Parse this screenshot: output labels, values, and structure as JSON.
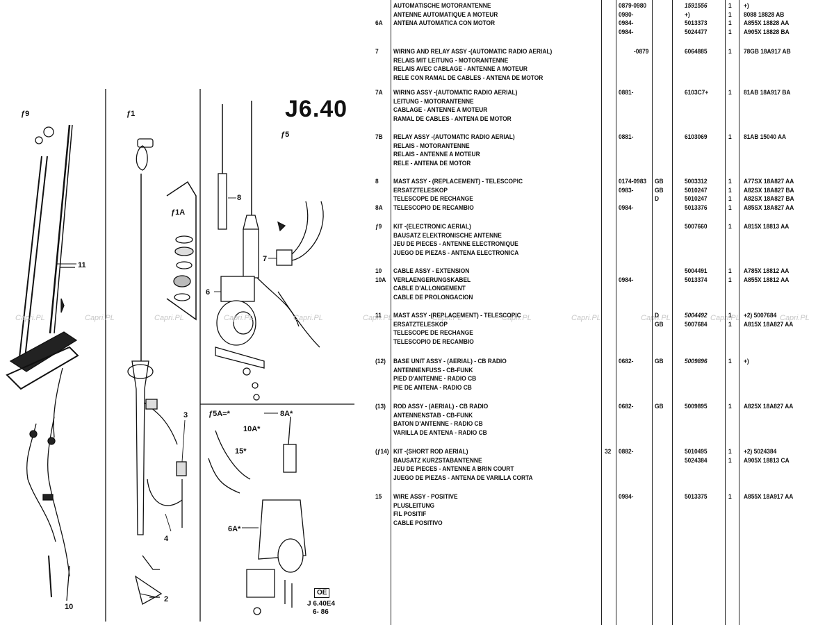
{
  "section_code": "J6.40",
  "illustration": {
    "callouts": {
      "k9": "ƒ9",
      "k1": "ƒ1",
      "k1a": "ƒ1A",
      "k5": "ƒ5",
      "n11": "11",
      "n10": "10",
      "n2": "2",
      "n3": "3",
      "n4": "4",
      "n8": "8",
      "n7": "7",
      "n6": "6",
      "k5a": "ƒ5A=*",
      "n8a": "8A*",
      "n10a": "10A*",
      "n15": "15*",
      "n6a": "6A*"
    },
    "oe_label": "OE",
    "ref_code": "J 6.40E4",
    "ref_date": "6- 86",
    "watermark": "Capri.PL"
  },
  "parts": [
    {
      "ref": "",
      "desc": [
        "AUTOMATISCHE MOTORANTENNE",
        "ANTENNE AUTOMATIQUE A MOTEUR",
        "ANTENA AUTOMATICA CON MOTOR",
        ""
      ],
      "code": "",
      "dates": [
        "0879-0980",
        "0980-",
        "0984-",
        "0984-"
      ],
      "mkt": "",
      "parts": [
        "1591556",
        "+)",
        "5013373",
        "5024477"
      ],
      "qty": [
        "1",
        "1",
        "1",
        "1"
      ],
      "eng": [
        "+)",
        "8088 18828 AB",
        "A855X 18828 AA",
        "A905X 18828 BA"
      ],
      "refs": [
        "",
        "",
        "6A",
        ""
      ]
    },
    {
      "ref": "7",
      "desc": [
        "WIRING AND RELAY ASSY -(AUTOMATIC RADIO AERIAL)",
        "RELAIS MIT LEITUNG - MOTORANTENNE",
        "RELAIS AVEC CABLAGE - ANTENNE A MOTEUR",
        "RELE CON RAMAL DE CABLES - ANTENA DE MOTOR"
      ],
      "code": "",
      "dates": [
        "-0879"
      ],
      "mkt": "",
      "parts": [
        "6064885"
      ],
      "qty": [
        "1"
      ],
      "eng": [
        "78GB 18A917 AB"
      ]
    },
    {
      "ref": "7A",
      "desc": [
        "WIRING ASSY -(AUTOMATIC RADIO AERIAL)",
        "LEITUNG - MOTORANTENNE",
        "CABLAGE - ANTENNE A MOTEUR",
        "RAMAL DE CABLES - ANTENA DE MOTOR"
      ],
      "code": "",
      "dates": [
        "0881-"
      ],
      "mkt": "",
      "parts": [
        "6103C7+"
      ],
      "qty": [
        "1"
      ],
      "eng": [
        "81AB 18A917 BA"
      ]
    },
    {
      "ref": "7B",
      "desc": [
        "RELAY ASSY -(AUTOMATIC RADIO AERIAL)",
        "RELAIS - MOTORANTENNE",
        "RELAIS - ANTENNE A MOTEUR",
        "RELE - ANTENA DE MOTOR"
      ],
      "code": "",
      "dates": [
        "0881-"
      ],
      "mkt": "",
      "parts": [
        "6103069"
      ],
      "qty": [
        "1"
      ],
      "eng": [
        "81AB 15040 AA"
      ]
    },
    {
      "ref": "8",
      "desc": [
        "MAST ASSY - (REPLACEMENT) - TELESCOPIC",
        "ERSATZTELESKOP",
        "TELESCOPE DE RECHANGE",
        "TELESCOPIO DE RECAMBIO"
      ],
      "code": "",
      "dates": [
        "0174-0983",
        "0983-",
        "",
        "0984-"
      ],
      "mkt": [
        "GB",
        "GB",
        "D",
        ""
      ],
      "parts": [
        "5003312",
        "5010247",
        "5010247",
        "5013376"
      ],
      "qty": [
        "1",
        "1",
        "1",
        "1"
      ],
      "eng": [
        "A77SX 18A827 AA",
        "A82SX 18A827 BA",
        "A82SX 18A827 BA",
        "A85SX 18A827 AA"
      ],
      "refs": [
        "8",
        "",
        "",
        "8A"
      ]
    },
    {
      "ref": "ƒ9",
      "desc": [
        "KIT -(ELECTRONIC AERIAL)",
        "BAUSATZ ELEKTRONISCHE ANTENNE",
        "JEU DE PIECES - ANTENNE ELECTRONIQUE",
        "JUEGO DE PIEZAS - ANTENA ELECTRONICA"
      ],
      "code": "",
      "dates": [
        ""
      ],
      "mkt": "",
      "parts": [
        "5007660"
      ],
      "qty": [
        "1"
      ],
      "eng": [
        "A815X 18813 AA"
      ]
    },
    {
      "ref": "10",
      "desc": [
        "CABLE ASSY - EXTENSION",
        "VERLAENGERUNGSKABEL",
        "CABLE D'ALLONGEMENT",
        "CABLE DE PROLONGACION"
      ],
      "code": "",
      "dates": [
        "",
        "0984-"
      ],
      "mkt": "",
      "parts": [
        "5004491",
        "5013374"
      ],
      "qty": [
        "1",
        "1"
      ],
      "eng": [
        "A785X 18812 AA",
        "A855X 18812 AA"
      ],
      "refs": [
        "10",
        "10A"
      ]
    },
    {
      "ref": "11",
      "desc": [
        "MAST ASSY -(REPLACEMENT) - TELESCOPIC",
        "ERSATZTELESKOP",
        "TELESCOPE DE RECHANGE",
        "TELESCOPIO DE RECAMBIO"
      ],
      "code": "",
      "dates": [
        ""
      ],
      "mkt": [
        "D",
        "GB"
      ],
      "parts": [
        "5004492",
        "5007684"
      ],
      "qty": [
        "1",
        "1"
      ],
      "eng": [
        "+2) 5007684",
        "A815X 18A827 AA"
      ]
    },
    {
      "ref": "(12)",
      "desc": [
        "BASE UNIT ASSY - (AERIAL) - CB RADIO",
        "ANTENNENFUSS - CB-FUNK",
        "PIED D'ANTENNE - RADIO CB",
        "PIE DE ANTENA - RADIO CB"
      ],
      "code": "",
      "dates": [
        "0682-"
      ],
      "mkt": [
        "GB"
      ],
      "parts": [
        "5009896"
      ],
      "qty": [
        "1"
      ],
      "eng": [
        "+)"
      ]
    },
    {
      "ref": "(13)",
      "desc": [
        "ROD ASSY - (AERIAL) - CB RADIO",
        "ANTENNENSTAB - CB-FUNK",
        "BATON D'ANTENNE - RADIO CB",
        "VARILLA DE ANTENA - RADIO CB"
      ],
      "code": "",
      "dates": [
        "0682-"
      ],
      "mkt": [
        "GB"
      ],
      "parts": [
        "5009895"
      ],
      "qty": [
        "1"
      ],
      "eng": [
        "A825X 18A827 AA"
      ]
    },
    {
      "ref": "(ƒ14)",
      "desc": [
        "KIT -(SHORT ROD AERIAL)",
        "BAUSATZ KURZSTABANTENNE",
        "JEU DE PIECES - ANTENNE A BRIN COURT",
        "JUEGO DE PIEZAS - ANTENA DE VARILLA CORTA"
      ],
      "code": "32",
      "dates": [
        "0882-"
      ],
      "mkt": "",
      "parts": [
        "5010495",
        "5024384"
      ],
      "qty": [
        "1",
        "1"
      ],
      "eng": [
        "+2) 5024384",
        "A905X 18813 CA"
      ]
    },
    {
      "ref": "15",
      "desc": [
        "WIRE ASSY - POSITIVE",
        "PLUSLEITUNG",
        "FIL POSITIF",
        "CABLE POSITIVO"
      ],
      "code": "",
      "dates": [
        "0984-"
      ],
      "mkt": "",
      "parts": [
        "5013375"
      ],
      "qty": [
        "1"
      ],
      "eng": [
        "A855X 18A917 AA"
      ]
    }
  ]
}
